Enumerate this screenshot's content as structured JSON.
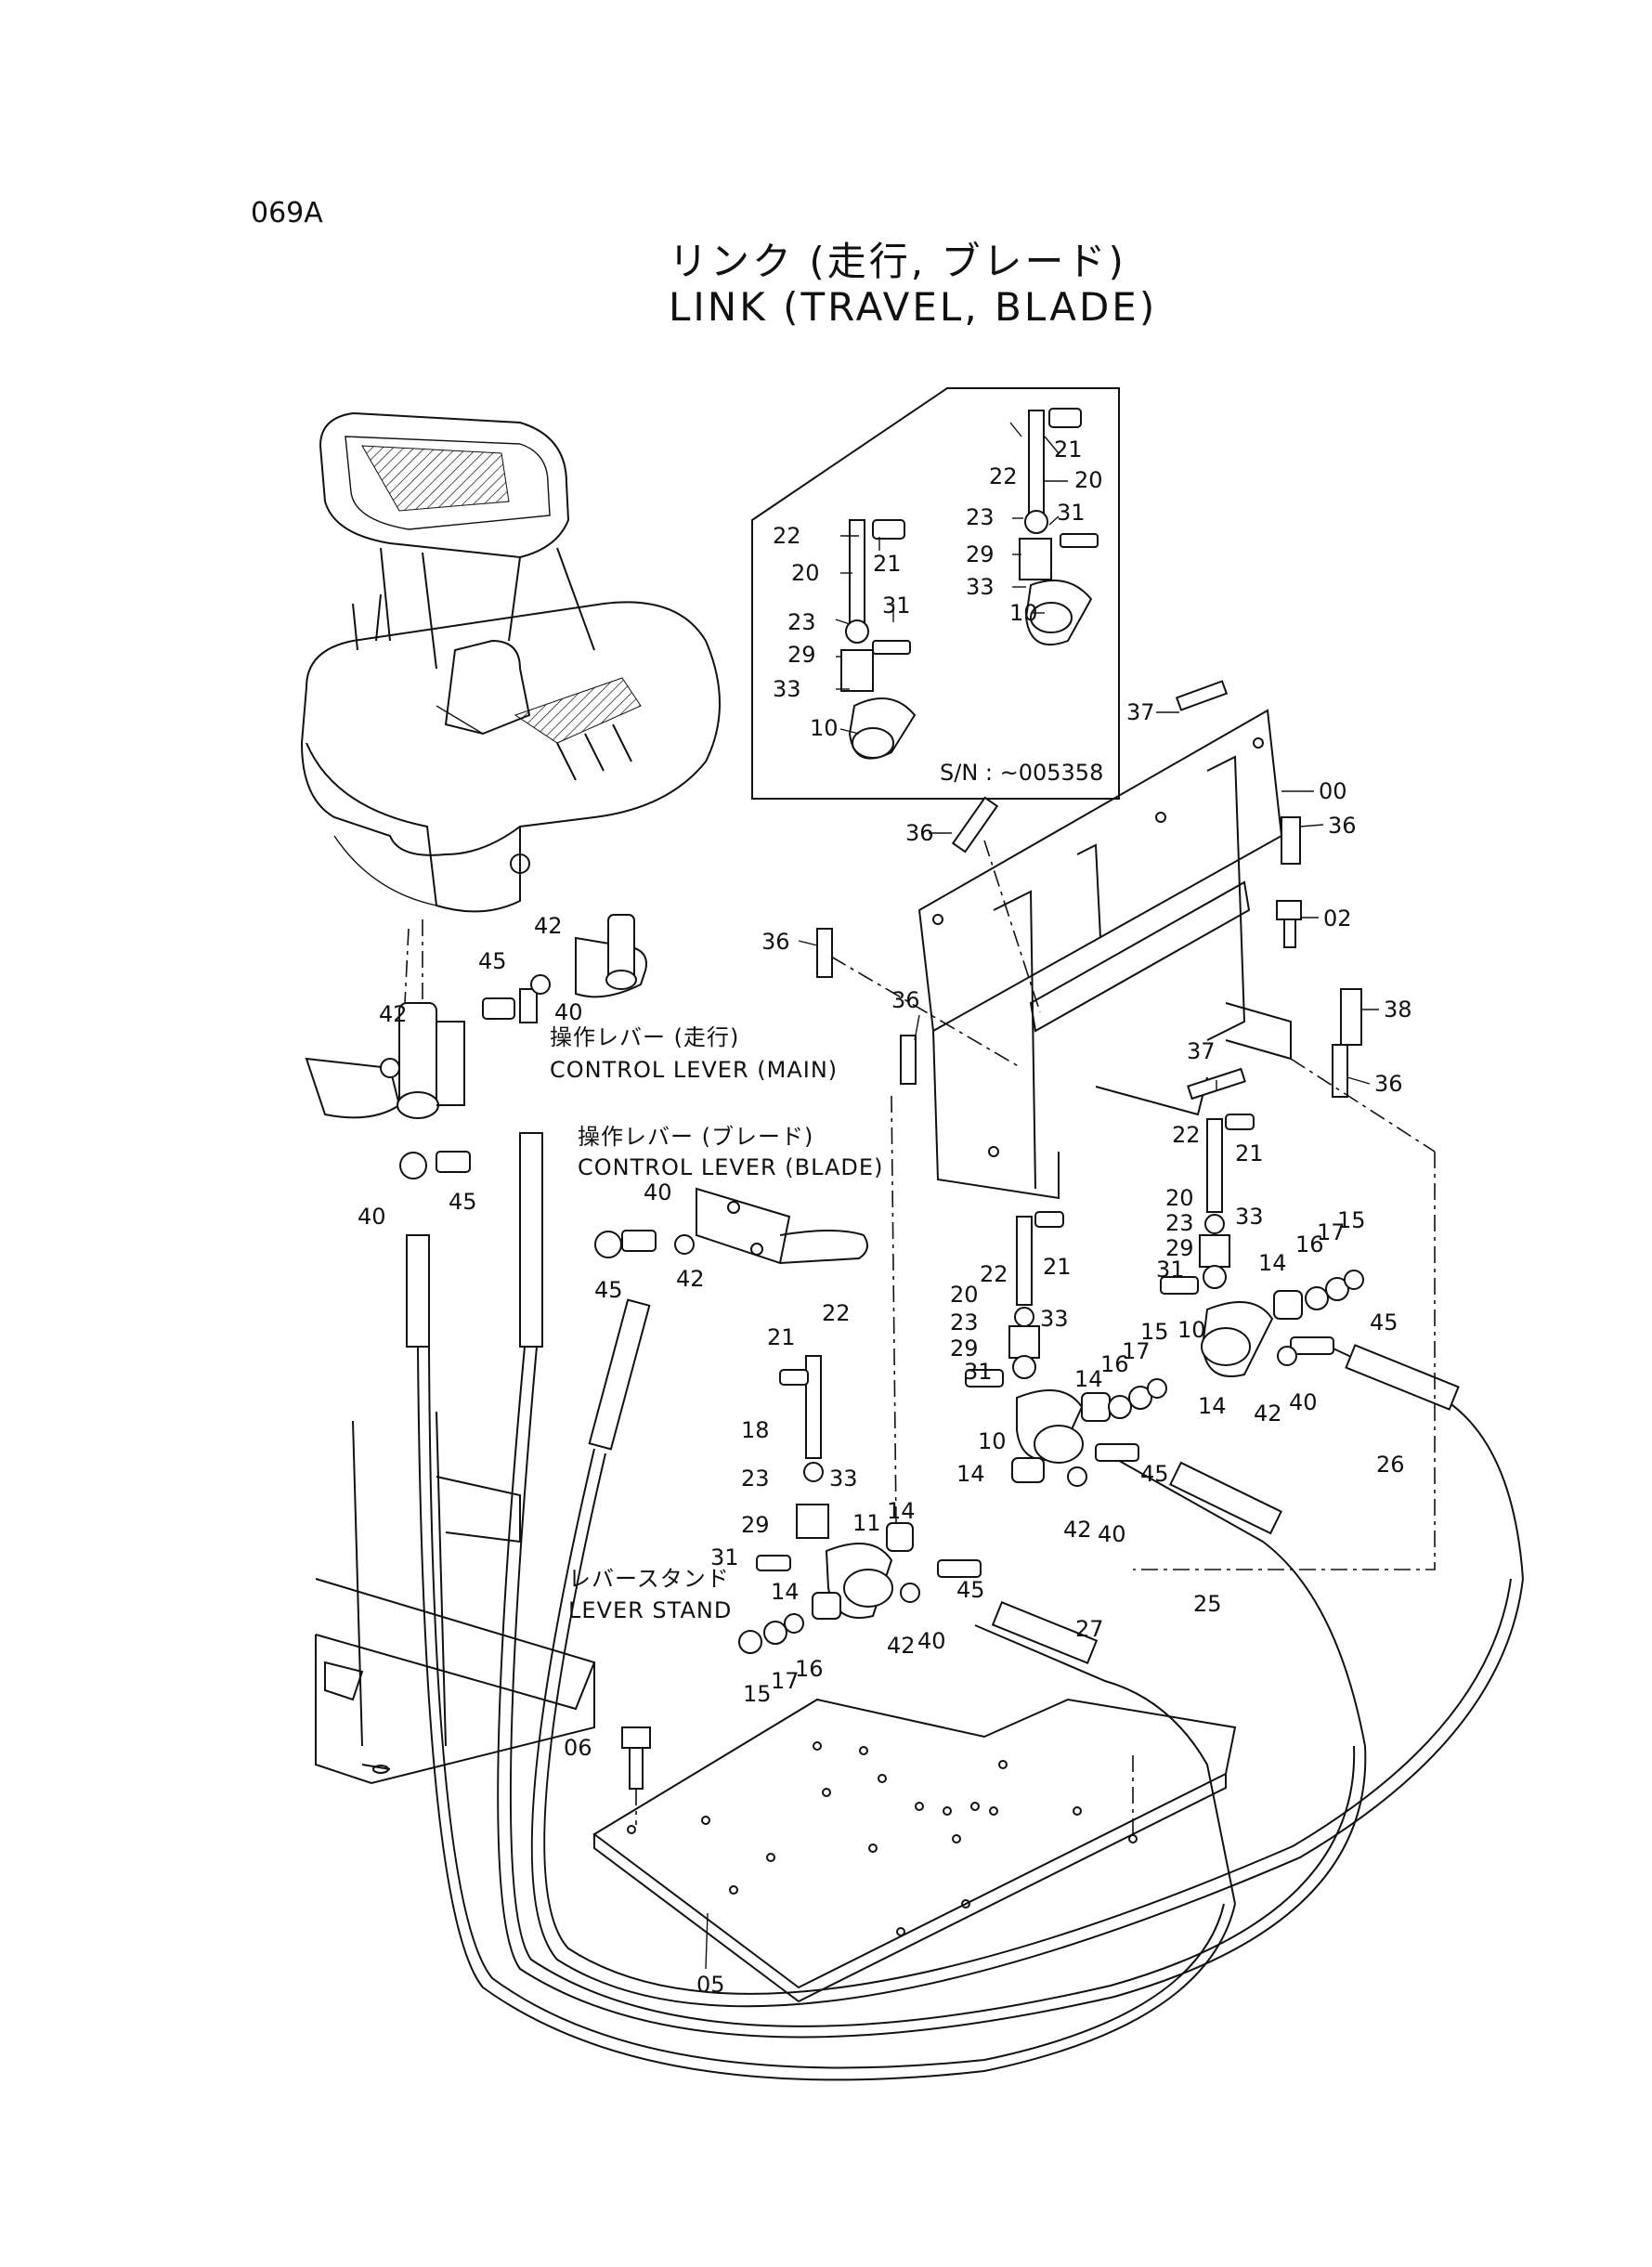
{
  "page_code": "069A",
  "title_ja": "リンク (走行, ブレード)",
  "title_en": "LINK  (TRAVEL, BLADE)",
  "serial_note": "S/N : ~005358",
  "captions": {
    "control_lever_main_ja": "操作レバー (走行)",
    "control_lever_main_en": "CONTROL LEVER (MAIN)",
    "control_lever_blade_ja": "操作レバー (ブレード)",
    "control_lever_blade_en": "CONTROL LEVER (BLADE)",
    "lever_stand_ja": "レバースタンド",
    "lever_stand_en": "LEVER  STAND"
  },
  "labels": {
    "inset_a": [
      "22",
      "21",
      "20",
      "23",
      "31",
      "29",
      "33",
      "10"
    ],
    "inset_b": [
      "22",
      "21",
      "20",
      "23",
      "31",
      "29",
      "33",
      "10"
    ],
    "frame": [
      "37",
      "00",
      "36",
      "36",
      "02",
      "36",
      "38",
      "36",
      "37",
      "36"
    ],
    "link_right": [
      "20",
      "21",
      "22",
      "23",
      "33",
      "29",
      "14",
      "16",
      "17",
      "15",
      "31",
      "10",
      "45",
      "14",
      "42",
      "40",
      "26"
    ],
    "link_mid": [
      "21",
      "22",
      "20",
      "23",
      "33",
      "29",
      "31",
      "14",
      "16",
      "17",
      "15",
      "10",
      "14",
      "42",
      "40",
      "45",
      "25"
    ],
    "link_left": [
      "21",
      "22",
      "18",
      "23",
      "33",
      "29",
      "31",
      "11",
      "14",
      "14",
      "15",
      "17",
      "16",
      "42",
      "40",
      "45",
      "27"
    ],
    "levers": [
      "42",
      "45",
      "40",
      "42",
      "40",
      "45",
      "40",
      "45",
      "42"
    ],
    "base": [
      "06",
      "05"
    ]
  }
}
